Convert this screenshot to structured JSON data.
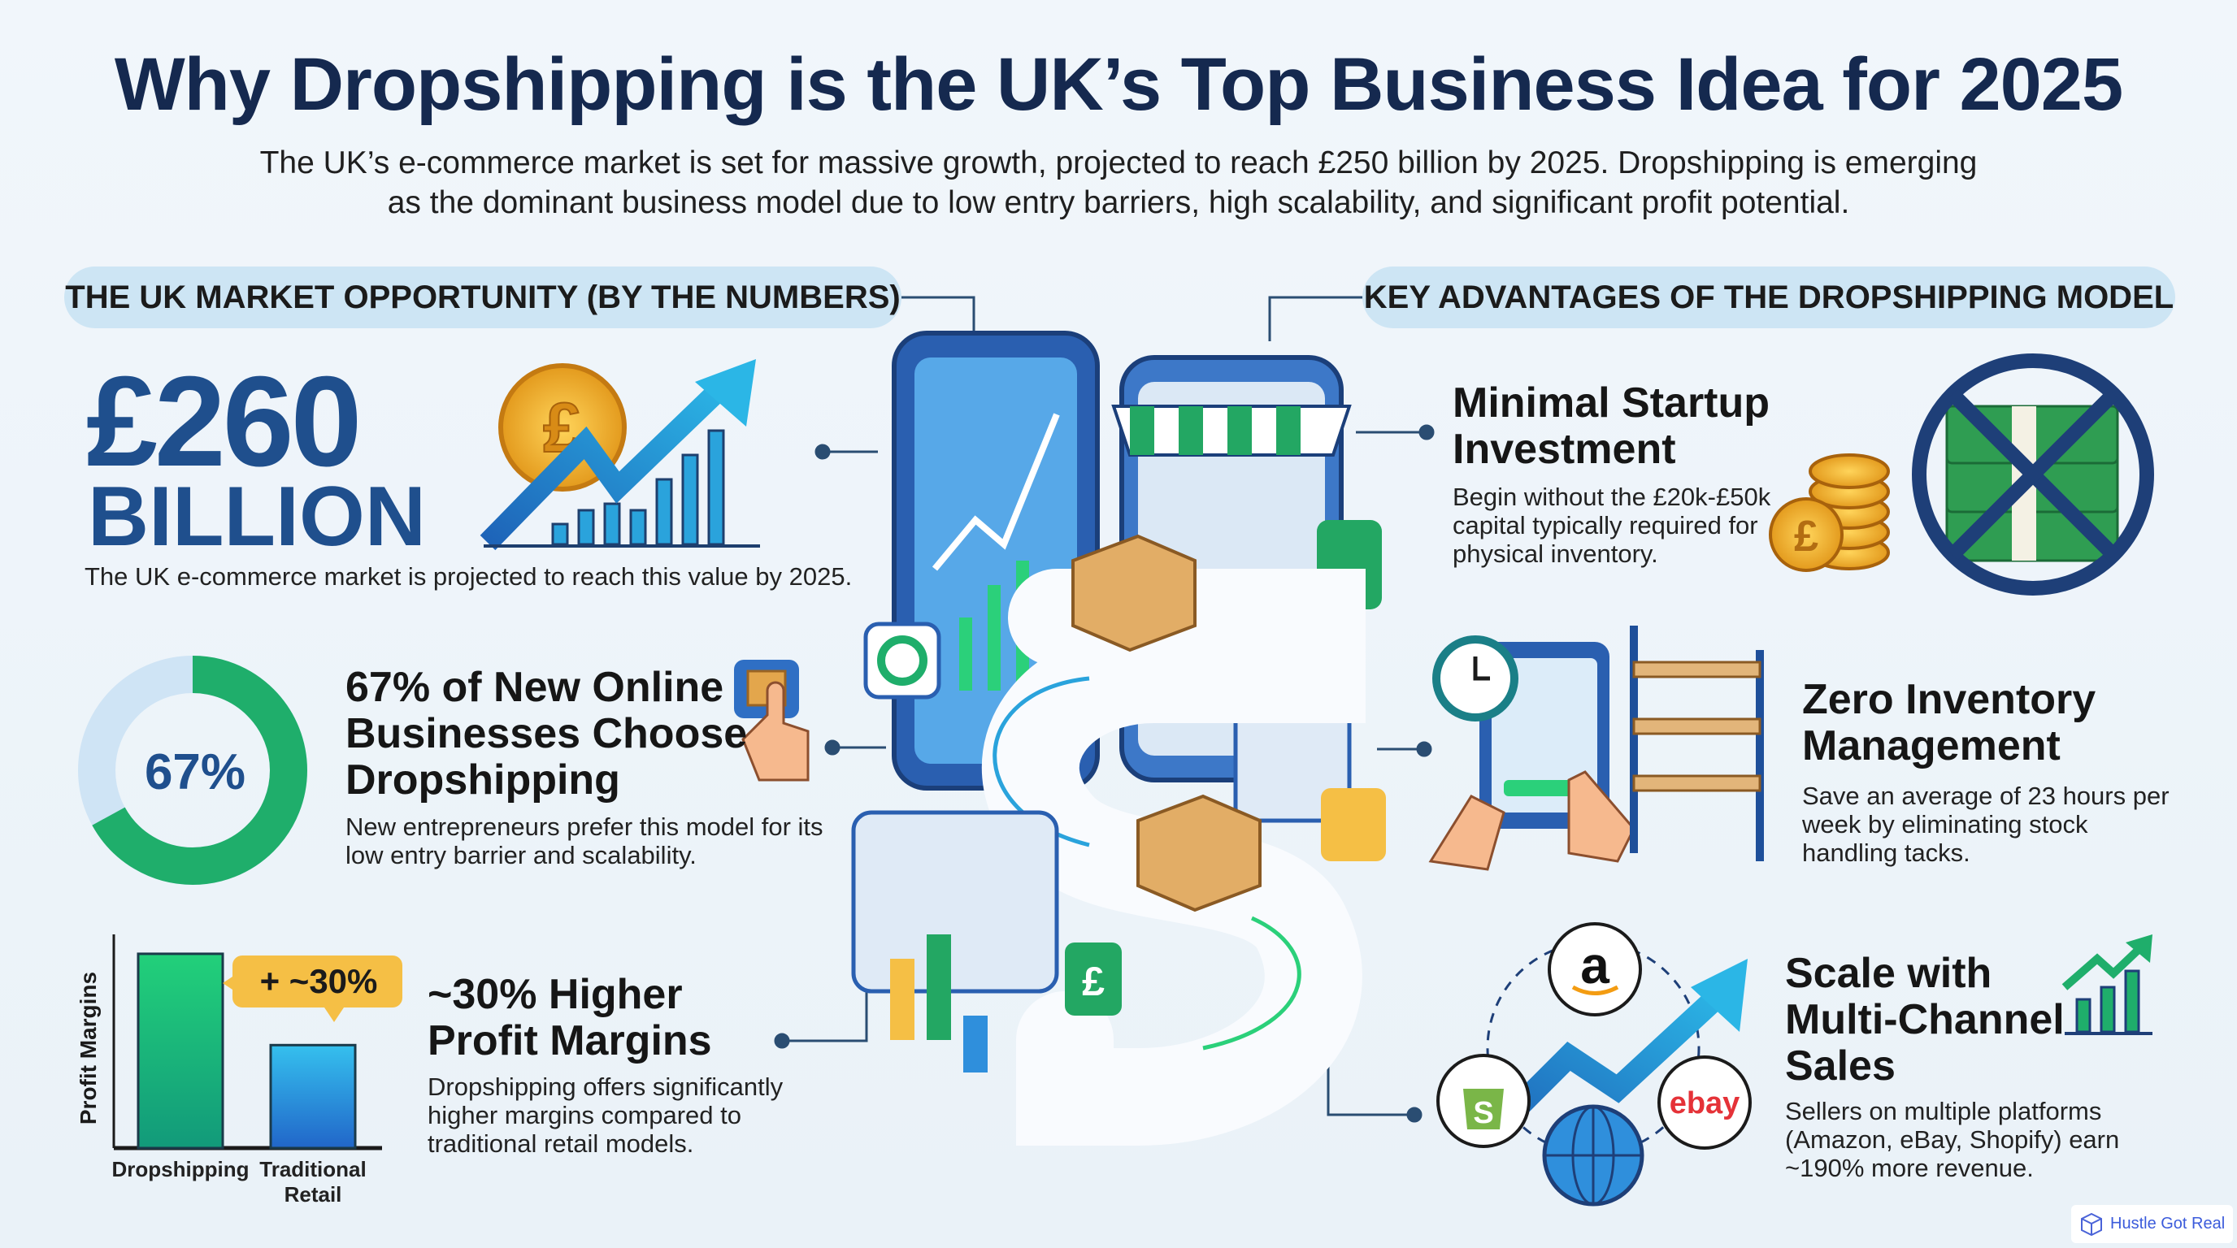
{
  "header": {
    "title": "Why Dropshipping is the UK’s Top Business Idea for 2025",
    "subtitle_line1": "The UK’s e-commerce market is set for massive growth, projected to reach £250 billion by 2025. Dropshipping is emerging",
    "subtitle_line2": "as the dominant business model due to low entry barriers, high scalability, and significant profit potential."
  },
  "left": {
    "section_title": "THE UK MARKET OPPORTUNITY (BY THE NUMBERS)",
    "stat1": {
      "value": "£260",
      "unit": "BILLION",
      "caption": "The UK e-commerce market is projected to reach this value by 2025.",
      "icon": "pound-coin-growth-chart-icon"
    },
    "stat2": {
      "donut_label": "67%",
      "percent": 67,
      "heading_lines": [
        "67% of New Online",
        "Businesses Choose",
        "Dropshipping"
      ],
      "desc_lines": [
        "New entrepreneurs prefer this model for its",
        "low entry barrier and scalability."
      ],
      "icon": "hand-tapping-box-icon"
    },
    "stat3": {
      "heading_lines": [
        "~30% Higher",
        "Profit Margins"
      ],
      "desc_lines": [
        "Dropshipping offers significantly",
        "higher margins compared to",
        "traditional retail models."
      ]
    }
  },
  "right": {
    "section_title": "KEY ADVANTAGES OF THE DROPSHIPPING MODEL",
    "items": [
      {
        "heading_lines": [
          "Minimal Startup",
          "Investment"
        ],
        "desc_lines": [
          "Begin without the £20k-£50k",
          "capital typically required for",
          "physical inventory."
        ],
        "icon": "no-cash-coins-icon"
      },
      {
        "heading_lines": [
          "Zero Inventory",
          "Management"
        ],
        "desc_lines": [
          "Save an average of 23 hours per",
          "week by eliminating stock",
          "handling tacks."
        ],
        "icon": "tablet-clock-shelf-icon"
      },
      {
        "heading_lines": [
          "Scale with",
          "Multi-Channel",
          "Sales"
        ],
        "desc_lines": [
          "Sellers on multiple platforms",
          "(Amazon, eBay, Shopify) earn",
          "~190% more revenue."
        ],
        "icon": "marketplaces-growth-icon",
        "platform_logos": [
          "a",
          "S",
          "ebay"
        ]
      }
    ]
  },
  "chart_data": {
    "type": "bar",
    "categories": [
      "Dropshipping",
      "Traditional Retail"
    ],
    "category_lines": [
      [
        "Dropshipping"
      ],
      [
        "Traditional",
        "Retail"
      ]
    ],
    "values": [
      100,
      53
    ],
    "ylabel": "Profit Margins",
    "xlabel": "",
    "ylim": [
      0,
      110
    ],
    "grid": false,
    "annotation": "+ ~30%",
    "colors": [
      "#1fc07a",
      "#2f8fdc"
    ]
  },
  "colors": {
    "title": "#15294f",
    "accent_blue": "#1f4f8d",
    "green": "#1fae6b",
    "pill": "#cde5f4",
    "badge": "#f5bf45"
  },
  "watermark": {
    "text": "Hustle Got Real",
    "icon": "cube-icon"
  }
}
